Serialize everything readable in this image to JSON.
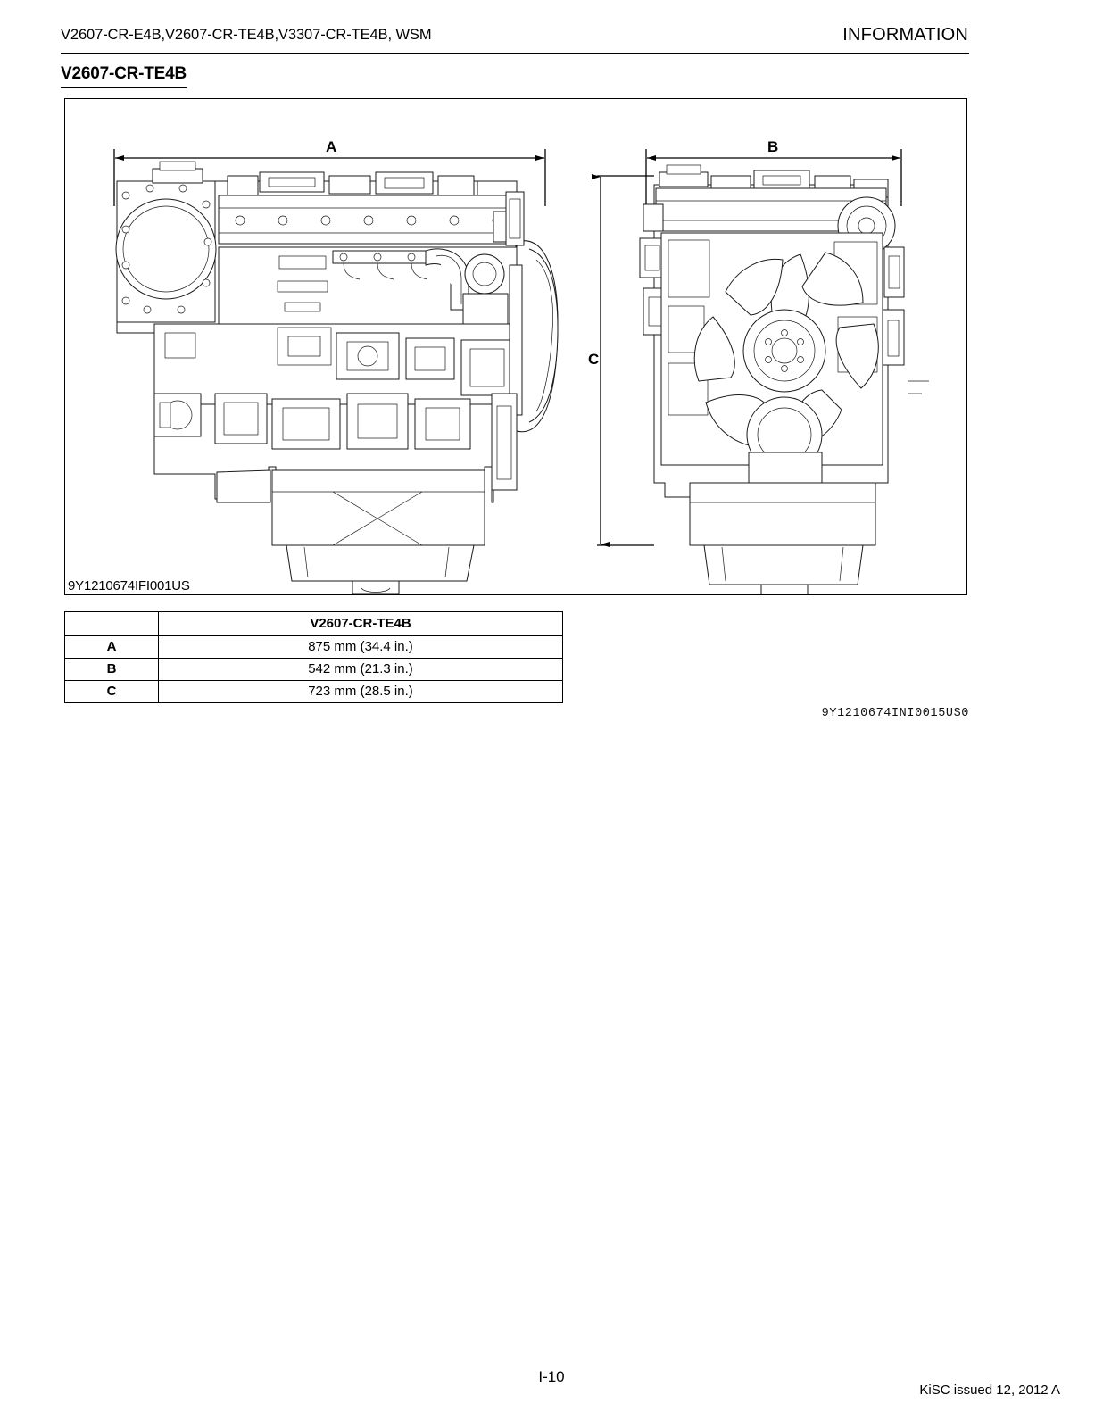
{
  "header": {
    "left_text": "V2607-CR-E4B,V2607-CR-TE4B,V3307-CR-TE4B, WSM",
    "right_text": "INFORMATION"
  },
  "section": {
    "title": "V2607-CR-TE4B"
  },
  "figure": {
    "caption": "9Y1210674IFI001US",
    "dimension_labels": {
      "a": "A",
      "b": "B",
      "c": "C"
    },
    "views": [
      {
        "name": "side-view",
        "description": "Engine side elevation with overall length dimension A"
      },
      {
        "name": "front-view",
        "description": "Engine front elevation with width dimension B and height dimension C"
      }
    ]
  },
  "table": {
    "header": {
      "key": "",
      "value": "V2607-CR-TE4B"
    },
    "rows": [
      {
        "key": "A",
        "value": "875 mm (34.4 in.)"
      },
      {
        "key": "B",
        "value": "542 mm (21.3 in.)"
      },
      {
        "key": "C",
        "value": "723 mm (28.5 in.)"
      }
    ]
  },
  "doc_code": "9Y1210674INI0015US0",
  "footer": {
    "page_number": "I-10",
    "issue": "KiSC issued 12, 2012 A"
  },
  "colors": {
    "text": "#000000",
    "line": "#1a1a1a",
    "page_bg": "#ffffff"
  }
}
